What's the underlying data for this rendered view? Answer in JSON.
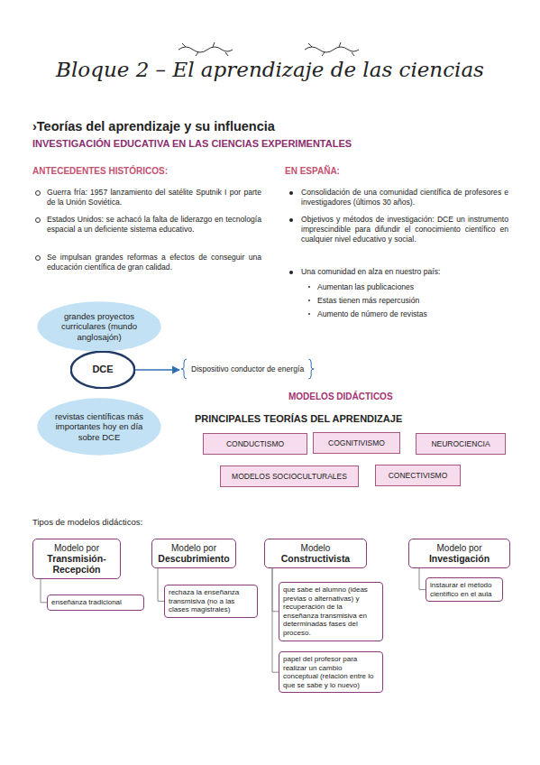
{
  "diagram": {
    "title": "Bloque 2 – El aprendizaje de las ciencias",
    "nodes": [
      {
        "text": [
          "grandes proyectos curriculares (mundo anglosajón)"
        ]
      },
      {
        "text": [
          "DCE"
        ]
      },
      {
        "text": [
          "Dispositivo conductor de energía"
        ]
      },
      {
        "text": [
          "revistas científicas más importantes hoy en día sobre DCE"
        ]
      },
      {
        "text": [
          "CONDUCTISMO"
        ]
      },
      {
        "text": [
          "COGNITIVISMO"
        ]
      },
      {
        "text": [
          "NEUROCIENCIA"
        ]
      },
      {
        "text": [
          "MODELOS SOCIOCULTURALES"
        ]
      },
      {
        "text": [
          "CONECTIVISMO"
        ]
      },
      {
        "text": [
          "Modelo por",
          "Transmisión-Recepción"
        ]
      },
      {
        "text": [
          "Modelo por",
          "Descubrimiento"
        ]
      },
      {
        "text": [
          "Modelo",
          "Constructivista"
        ]
      },
      {
        "text": [
          "Modelo por",
          "Investigación"
        ]
      },
      {
        "text": [
          "enseñanza tradicional"
        ]
      },
      {
        "text": [
          "rechaza la enseñanza transmisiva (no a las clases magistrales)"
        ]
      },
      {
        "text": [
          "que sabe el alumno (ideas previas o alternativas) y recuperación de la enseñanza transmisiva en determinadas fases del proceso."
        ]
      },
      {
        "text": [
          "papel del profesor para realizar un cambio conceptual (relación entre lo que se sabe y lo nuevo)"
        ]
      },
      {
        "text": [
          "instaurar el método científico en el aula"
        ]
      }
    ],
    "edges": [
      {
        "from": 1,
        "to": 2,
        "arrow": "to"
      },
      {
        "from": 9,
        "to": 13,
        "arrow": "none"
      },
      {
        "from": 10,
        "to": 14,
        "arrow": "none"
      },
      {
        "from": 11,
        "to": 15,
        "arrow": "none"
      },
      {
        "from": 11,
        "to": 16,
        "arrow": "none"
      },
      {
        "from": 12,
        "to": 17,
        "arrow": "none"
      }
    ],
    "labels": [
      "›Teorías del aprendizaje y su influencia",
      "INVESTIGACIÓN EDUCATIVA EN LAS CIENCIAS EXPERIMENTALES",
      "ANTECEDENTES HISTÓRICOS:",
      "Guerra fría: 1957 lanzamiento del satélite Sputnik I por parte de la Unión Soviética.",
      "Estados Unidos: se achacó la falta de liderazgo en tecnología espacial a un deficiente sistema educativo.",
      "Se impulsan grandes reformas a efectos de conseguir una educación científica de gran calidad.",
      "EN ESPAÑA:",
      "Consolidación de una comunidad científica de profesores e investigadores (últimos 30 años).",
      "Objetivos y métodos de investigación: DCE un instrumento imprescindible para difundir el conocimiento científico en cualquier nivel educativo y social.",
      "Una comunidad en alza en nuestro país:",
      "Aumentan las publicaciones",
      "Estas tienen más repercusión",
      "Aumento de número de revistas",
      "MODELOS DIDÁCTICOS",
      "PRINCIPALES TEORÍAS DEL APRENDIZAJE",
      "Tipos de modelos didácticos:"
    ]
  }
}
